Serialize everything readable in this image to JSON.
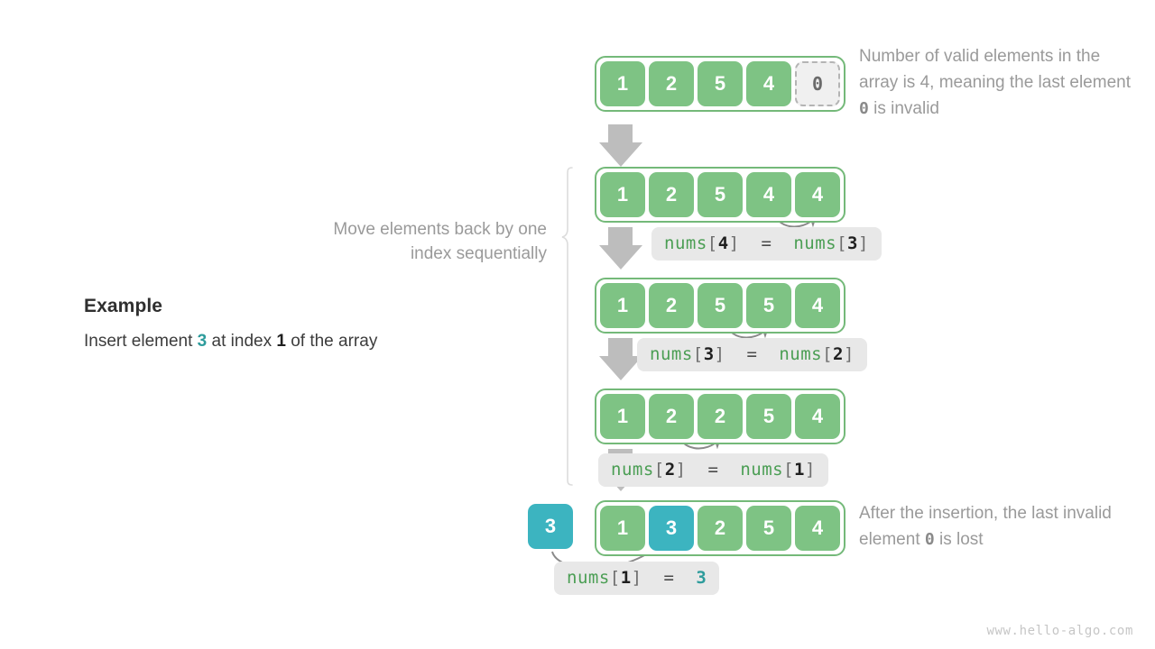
{
  "page": {
    "watermark": "www.hello-algo.com"
  },
  "example": {
    "title": "Example",
    "desc_pre": "Insert element ",
    "desc_value": "3",
    "desc_mid": " at index ",
    "desc_index": "1",
    "desc_post": " of the array"
  },
  "notes": {
    "move": "Move elements back by one index sequentially",
    "top_a": "Number of valid elements in the array is 4, meaning the last element ",
    "top_value": "0",
    "top_b": " is invalid",
    "bottom_a": "After the insertion, the last invalid element ",
    "bottom_value": "0",
    "bottom_b": " is lost"
  },
  "colors": {
    "green_fill": "#7ec384",
    "green_border": "#74b979",
    "teal": "#3cb4c0",
    "teal_text": "#2e9c9c",
    "gray_arrow": "#bdbdbd",
    "label_bg": "#e8e8e8",
    "note_text": "#9a9a9a"
  },
  "arrays": [
    {
      "id": "array-initial",
      "cells": [
        {
          "value": "1",
          "state": "valid"
        },
        {
          "value": "2",
          "state": "valid"
        },
        {
          "value": "5",
          "state": "valid"
        },
        {
          "value": "4",
          "state": "valid"
        },
        {
          "value": "0",
          "state": "invalid"
        }
      ]
    },
    {
      "id": "array-step-1",
      "cells": [
        {
          "value": "1",
          "state": "valid"
        },
        {
          "value": "2",
          "state": "valid"
        },
        {
          "value": "5",
          "state": "valid"
        },
        {
          "value": "4",
          "state": "valid"
        },
        {
          "value": "4",
          "state": "valid"
        }
      ]
    },
    {
      "id": "array-step-2",
      "cells": [
        {
          "value": "1",
          "state": "valid"
        },
        {
          "value": "2",
          "state": "valid"
        },
        {
          "value": "5",
          "state": "valid"
        },
        {
          "value": "5",
          "state": "valid"
        },
        {
          "value": "4",
          "state": "valid"
        }
      ]
    },
    {
      "id": "array-step-3",
      "cells": [
        {
          "value": "1",
          "state": "valid"
        },
        {
          "value": "2",
          "state": "valid"
        },
        {
          "value": "2",
          "state": "valid"
        },
        {
          "value": "5",
          "state": "valid"
        },
        {
          "value": "4",
          "state": "valid"
        }
      ]
    },
    {
      "id": "array-final",
      "cells": [
        {
          "value": "1",
          "state": "valid"
        },
        {
          "value": "3",
          "state": "teal"
        },
        {
          "value": "2",
          "state": "valid"
        },
        {
          "value": "5",
          "state": "valid"
        },
        {
          "value": "4",
          "state": "valid"
        }
      ]
    }
  ],
  "loose_element": {
    "value": "3"
  },
  "code_labels": [
    {
      "id": "label-step-1",
      "name": "nums",
      "index": "4",
      "eq": "=",
      "rhs_name": "nums",
      "rhs_index": "3",
      "rhs_kind": "ref"
    },
    {
      "id": "label-step-2",
      "name": "nums",
      "index": "3",
      "eq": "=",
      "rhs_name": "nums",
      "rhs_index": "2",
      "rhs_kind": "ref"
    },
    {
      "id": "label-step-3",
      "name": "nums",
      "index": "2",
      "eq": "=",
      "rhs_name": "nums",
      "rhs_index": "1",
      "rhs_kind": "ref"
    },
    {
      "id": "label-final",
      "name": "nums",
      "index": "1",
      "eq": "=",
      "rhs_value": "3",
      "rhs_kind": "value"
    }
  ]
}
